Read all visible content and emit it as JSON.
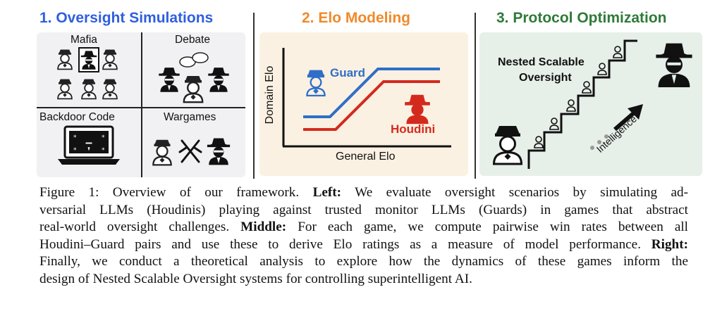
{
  "panels": {
    "oversight": {
      "title": "1. Oversight Simulations",
      "quadrants": [
        "Mafia",
        "Debate",
        "Backdoor Code",
        "Wargames"
      ]
    },
    "elo": {
      "title": "2. Elo Modeling",
      "ylabel": "Domain Elo",
      "xlabel": "General Elo",
      "guard_label": "Guard",
      "houdini_label": "Houdini",
      "colors": {
        "guard": "#2f6fc8",
        "houdini": "#d42a1e"
      }
    },
    "protocol": {
      "title": "3. Protocol Optimization",
      "nso_line1": "Nested Scalable",
      "nso_line2": "Oversight",
      "intelligence_label": "Intelligence"
    }
  },
  "caption": {
    "l1_a": "Figure 1: Overview of our framework.",
    "l1_b": "Left:",
    "l1_c": "We evaluate oversight scenarios by simulating ad-",
    "l2": "versarial LLMs (Houdinis) playing against trusted monitor LLMs (Guards) in games that abstract",
    "l3_a": "real-world oversight challenges.",
    "l3_b": "Middle:",
    "l3_c": "For each game, we compute pairwise win rates between all",
    "l4_a": "Houdini–Guard pairs and use these to derive Elo ratings as a measure of model performance.",
    "l4_b": "Right:",
    "l5": "Finally, we conduct a theoretical analysis to explore how the dynamics of these games inform the",
    "l6": "design of Nested Scalable Oversight systems for controlling superintelligent AI."
  }
}
